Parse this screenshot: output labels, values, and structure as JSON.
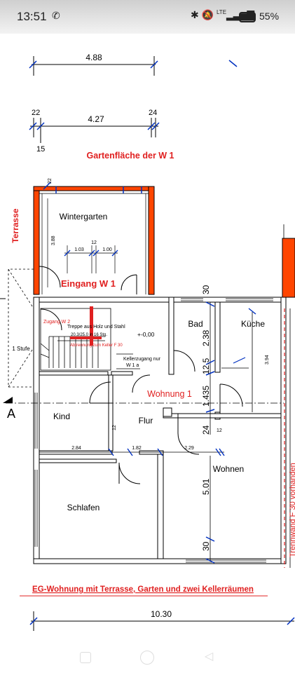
{
  "status_bar": {
    "time": "13:51",
    "network": "LTE",
    "battery": "55%"
  },
  "plan": {
    "title": "Gartenfläche der W 1",
    "terrace_label": "Terrasse",
    "caption": "EG-Wohnung mit Terrasse, Garten und zwei Kellerräumen",
    "section_marker": "A",
    "dimensions": {
      "top_total": "4.88",
      "top_inner": "4.27",
      "top_left_small": "22",
      "top_left_small2": "15",
      "top_right_small": "24",
      "wg_small_22": "22",
      "wg_height": "3.88",
      "wg_w1": "1.03",
      "wg_12": "12",
      "wg_w2": "1.00",
      "bad_30": "30",
      "bad_238": "2.38",
      "bad_125": "12.5",
      "kueche_394": "3.94",
      "flur_1435": "1.435",
      "wohnen_24": "24",
      "wohnen_12": "12",
      "kind_284": "2.84",
      "kind_12": "12",
      "flur_182": "1.82",
      "wohnen_229": "2.29",
      "wohnen_501": "5.01",
      "bottom_30": "30",
      "bottom_total": "10.30"
    },
    "rooms": {
      "wintergarten": "Wintergarten",
      "eingang": "Eingang W 1",
      "bad": "Bad",
      "kueche": "Küche",
      "wohnung": "Wohnung 1",
      "kind": "Kind",
      "flur": "Flur",
      "wohnen": "Wohnen",
      "schlafen": "Schlafen"
    },
    "notes": {
      "zugang": "Zugang W 2",
      "treppe": "Treppe aus Holz und Stahl",
      "steps": "20.3/25.0 in 16 Stg.",
      "abtrennung": "Abtrennung zum Keller F 30",
      "level": "+-0,00",
      "kellerzugang1": "Kellerzugang nur",
      "kellerzugang2": "W 1 a",
      "stufe": "1 Stufe",
      "trennwand": "Trennwand F 30 vorhanden"
    }
  }
}
